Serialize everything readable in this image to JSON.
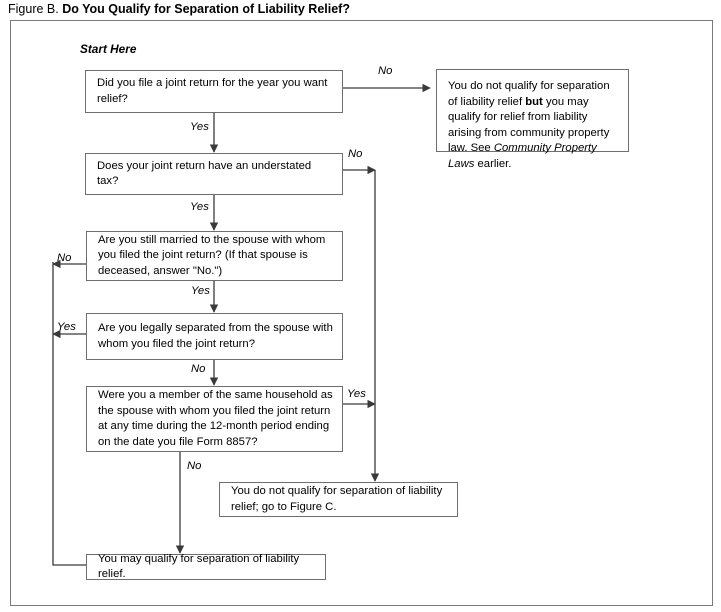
{
  "figure": {
    "label": "Figure B.",
    "question": "Do You Qualify for Separation of Liability Relief?",
    "start_label": "Start Here"
  },
  "colors": {
    "frame_border": "#7a7a7a",
    "node_border": "#6e6e6e",
    "line": "#3a3a3a",
    "background": "#ffffff",
    "text": "#000000"
  },
  "nodes": {
    "q1": {
      "id": "joint-return",
      "text": "Did you file a joint return for the year you want relief?"
    },
    "q2": {
      "id": "understated-tax",
      "text": "Does your joint return have an understated tax?"
    },
    "q3": {
      "id": "still-married",
      "text": "Are you still married to the spouse with whom you filed the joint return? (If that spouse is deceased, answer \"No.\")"
    },
    "q4": {
      "id": "legally-separated",
      "text": "Are you legally separated from the spouse with whom you filed the joint return?"
    },
    "q5": {
      "id": "same-household",
      "text": "Were you a member of the same household as the spouse with whom you filed the joint return at any time during the 12-month period ending on the date you file Form 8857?"
    },
    "outcome_community": {
      "id": "community-property",
      "line1_a": "You do not qualify for separation of liability relief ",
      "line1_bold": "but",
      "line1_b": " you may qualify for relief from liability arising from community property law. See ",
      "line1_italic": "Community Property Laws",
      "line1_c": " earlier."
    },
    "outcome_figure_c": {
      "id": "go-to-figure-c",
      "text": "You do not qualify for separation of liability relief; go to Figure C."
    },
    "outcome_qualify": {
      "id": "may-qualify",
      "text": "You may qualify for separation of liability relief."
    }
  },
  "edges": {
    "q1_no": "No",
    "q1_yes": "Yes",
    "q2_no": "No",
    "q2_yes": "Yes",
    "q3_no": "No",
    "q3_yes": "Yes",
    "q4_yes": "Yes",
    "q4_no": "No",
    "q5_yes": "Yes",
    "q5_no": "No"
  }
}
